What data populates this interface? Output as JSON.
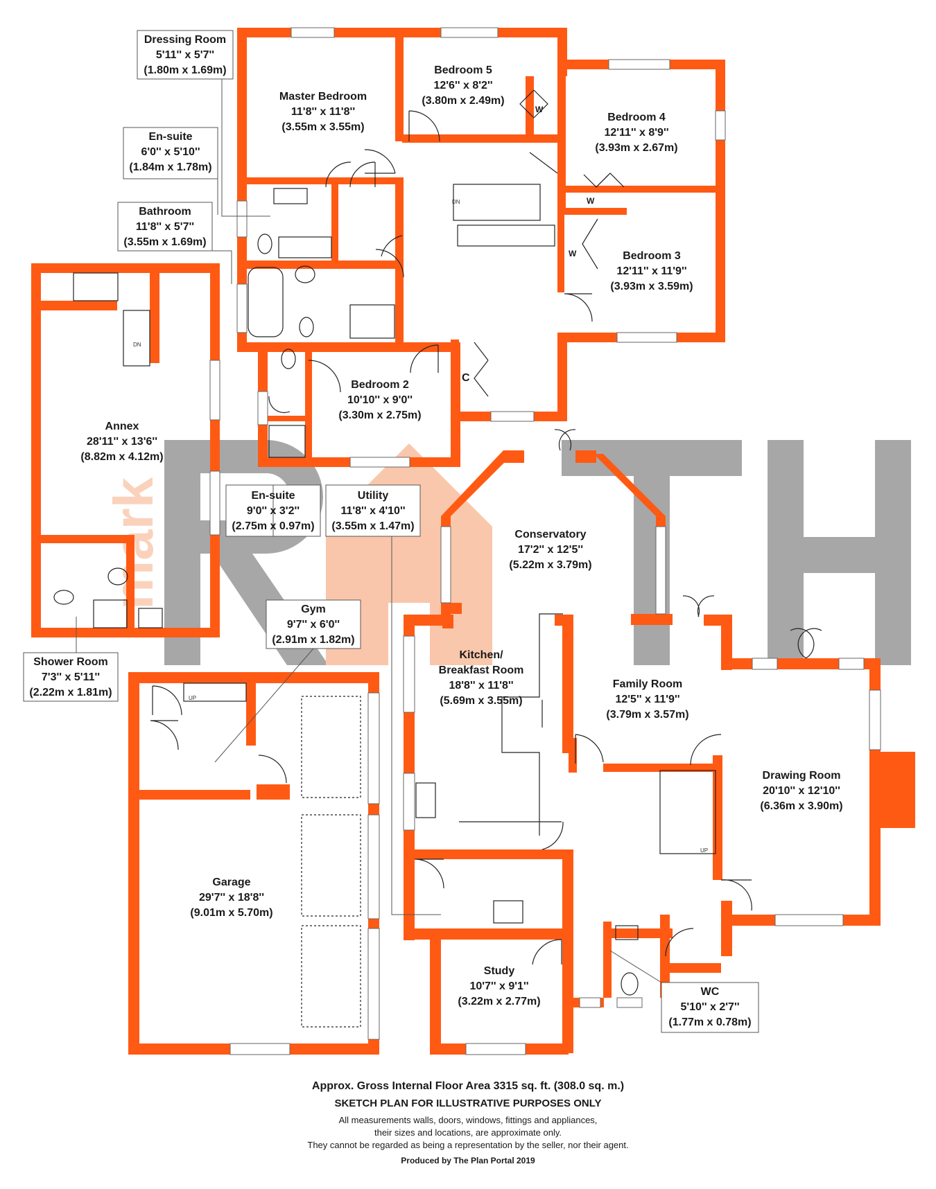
{
  "brand": {
    "watermark_text": "RMTH",
    "watermark_color": "#8a8a8a",
    "wall_color": "#ff5a14"
  },
  "rooms": {
    "dressing": {
      "name": "Dressing Room",
      "imperial": "5'11'' x 5'7''",
      "metric": "(1.80m x 1.69m)"
    },
    "master": {
      "name": "Master Bedroom",
      "imperial": "11'8'' x 11'8''",
      "metric": "(3.55m x 3.55m)"
    },
    "bed5": {
      "name": "Bedroom 5",
      "imperial": "12'6'' x 8'2''",
      "metric": "(3.80m x 2.49m)"
    },
    "bed4": {
      "name": "Bedroom 4",
      "imperial": "12'11'' x 8'9''",
      "metric": "(3.93m x 2.67m)"
    },
    "ensuite1": {
      "name": "En-suite",
      "imperial": "6'0'' x 5'10''",
      "metric": "(1.84m x 1.78m)"
    },
    "bathroom": {
      "name": "Bathroom",
      "imperial": "11'8'' x 5'7''",
      "metric": "(3.55m x 1.69m)"
    },
    "bed3": {
      "name": "Bedroom 3",
      "imperial": "12'11'' x 11'9''",
      "metric": "(3.93m x 3.59m)"
    },
    "bed2": {
      "name": "Bedroom 2",
      "imperial": "10'10'' x 9'0''",
      "metric": "(3.30m x 2.75m)"
    },
    "annex": {
      "name": "Annex",
      "imperial": "28'11'' x 13'6''",
      "metric": "(8.82m x 4.12m)"
    },
    "ensuite2": {
      "name": "En-suite",
      "imperial": "9'0'' x 3'2''",
      "metric": "(2.75m x 0.97m)"
    },
    "utility": {
      "name": "Utility",
      "imperial": "11'8'' x 4'10''",
      "metric": "(3.55m x 1.47m)"
    },
    "conservatory": {
      "name": "Conservatory",
      "imperial": "17'2'' x 12'5''",
      "metric": "(5.22m x 3.79m)"
    },
    "gym": {
      "name": "Gym",
      "imperial": "9'7'' x 6'0''",
      "metric": "(2.91m x 1.82m)"
    },
    "shower": {
      "name": "Shower Room",
      "imperial": "7'3'' x 5'11''",
      "metric": "(2.22m x 1.81m)"
    },
    "kitchen": {
      "name": "Kitchen/",
      "name2": "Breakfast Room",
      "imperial": "18'8'' x 11'8''",
      "metric": "(5.69m x 3.55m)"
    },
    "family": {
      "name": "Family Room",
      "imperial": "12'5'' x 11'9''",
      "metric": "(3.79m x 3.57m)"
    },
    "drawing": {
      "name": "Drawing Room",
      "imperial": "20'10'' x 12'10''",
      "metric": "(6.36m x 3.90m)"
    },
    "garage": {
      "name": "Garage",
      "imperial": "29'7'' x 18'8''",
      "metric": "(9.01m x 5.70m)"
    },
    "study": {
      "name": "Study",
      "imperial": "10'7'' x 9'1''",
      "metric": "(3.22m x 2.77m)"
    },
    "wc": {
      "name": "WC",
      "imperial": "5'10'' x 2'7''",
      "metric": "(1.77m x 0.78m)"
    }
  },
  "marks": {
    "wardrobe": "W",
    "cupboard": "C",
    "down": "DN",
    "up": "UP"
  },
  "footer": {
    "area": "Approx. Gross Internal Floor Area 3315 sq. ft. (308.0 sq. m.)",
    "sketch": "SKETCH PLAN FOR ILLUSTRATIVE PURPOSES ONLY",
    "disclaimer_1": "All measurements walls, doors, windows, fittings and appliances,",
    "disclaimer_2": "their sizes and locations, are approximate only.",
    "disclaimer_3": "They cannot be regarded as being a representation by the seller, nor their agent.",
    "produced": "Produced by The Plan Portal 2019"
  }
}
